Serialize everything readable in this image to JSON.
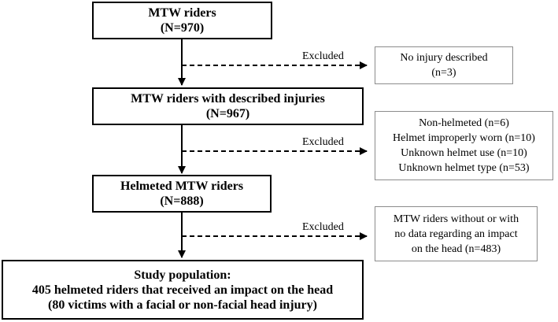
{
  "main_boxes": {
    "box1": {
      "title": "MTW riders",
      "count": "(N=970)"
    },
    "box2": {
      "title": "MTW riders with described injuries",
      "count": "(N=967)"
    },
    "box3": {
      "title": "Helmeted MTW riders",
      "count": "(N=888)"
    },
    "box4": {
      "line1": "Study population:",
      "line2": "405 helmeted riders that received an impact on the head",
      "line3": "(80 victims with a facial or non-facial head injury)"
    }
  },
  "exclusions": {
    "e1": {
      "label": "Excluded",
      "lines": [
        "No injury described",
        "(n=3)"
      ]
    },
    "e2": {
      "label": "Excluded",
      "lines": [
        "Non-helmeted (n=6)",
        "Helmet improperly worn (n=10)",
        "Unknown helmet use (n=10)",
        "Unknown helmet type (n=53)"
      ]
    },
    "e3": {
      "label": "Excluded",
      "lines": [
        "MTW riders without or with",
        "no data regarding an impact",
        "on the head (n=483)"
      ]
    }
  }
}
